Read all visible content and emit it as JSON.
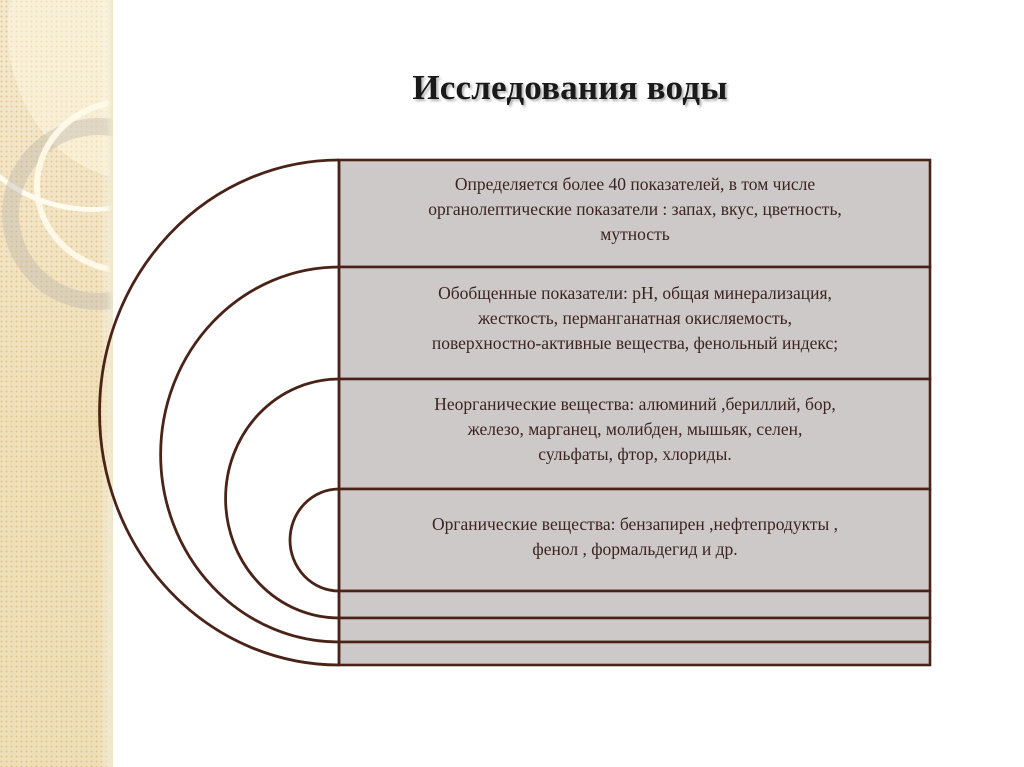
{
  "slide": {
    "title": "Исследования воды",
    "background_color": "#ffffff",
    "accent_strip_color": "#f1e2bd",
    "border_color": "#4a2318",
    "bar_fill_color": "#cdc9c9",
    "text_color": "#3b2420"
  },
  "diagram": {
    "type": "nested-arc-funnel",
    "arc_count": 4,
    "bar_count": 7,
    "rows": [
      {
        "index": 0,
        "has_text": true,
        "lines": [
          "Определяется более 40 показателей, в том числе",
          "органолептические показатели : запах, вкус, цветность,",
          "мутность"
        ]
      },
      {
        "index": 1,
        "has_text": true,
        "lines": [
          "Обобщенные показатели: pH, общая минерализация,",
          "жесткость, перманганатная окисляемость,",
          "поверхностно-активные вещества, фенольный индекс;"
        ]
      },
      {
        "index": 2,
        "has_text": true,
        "lines": [
          "Неорганические вещества: алюминий ,бериллий, бор,",
          "железо, марганец,  молибден, мышьяк, селен,",
          "сульфаты, фтор, хлориды."
        ]
      },
      {
        "index": 3,
        "has_text": true,
        "lines": [
          "Органические вещества: бензапирен ,нефтепродукты ,",
          "фенол , формальдегид и др."
        ]
      },
      {
        "index": 4,
        "has_text": false,
        "lines": []
      },
      {
        "index": 5,
        "has_text": false,
        "lines": []
      },
      {
        "index": 6,
        "has_text": false,
        "lines": []
      }
    ]
  },
  "decor": {
    "ring_large_label": "cream-arc",
    "ring_grey_label": "grey-ring",
    "ring_cream_label": "cream-ring"
  }
}
